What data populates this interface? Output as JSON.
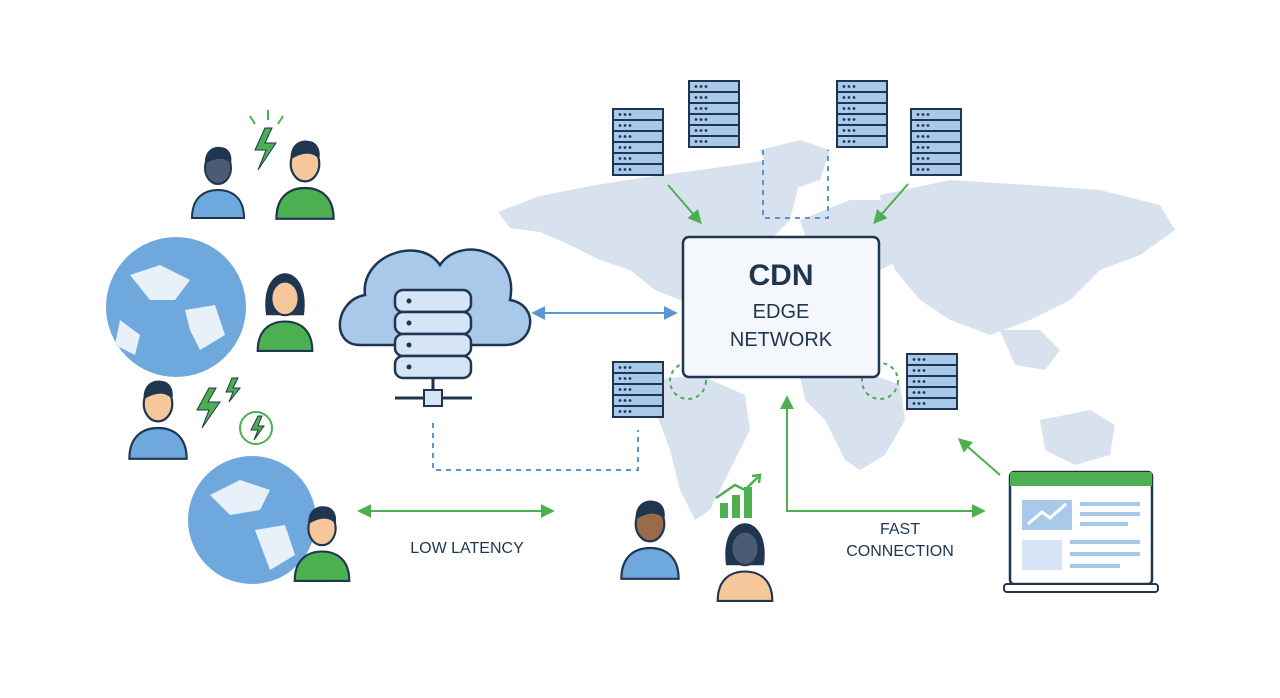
{
  "labels": {
    "cdn_title": "CDN",
    "cdn_line2": "EDGE",
    "cdn_line3": "NETWORK",
    "low_latency": "LOW LATENCY",
    "fast_line1": "FAST",
    "fast_line2": "CONNECTION"
  },
  "colors": {
    "navy": "#1f3550",
    "blue": "#5a96d2",
    "light_blue": "#a9c9ea",
    "green": "#4caf50",
    "map": "#d7e2ee",
    "box_fill": "#f4f7fb"
  },
  "icons": [
    "server-icon",
    "cloud-database-icon",
    "globe-icon",
    "user-icon",
    "lightning-icon",
    "browser-window-icon",
    "growth-chart-icon"
  ]
}
